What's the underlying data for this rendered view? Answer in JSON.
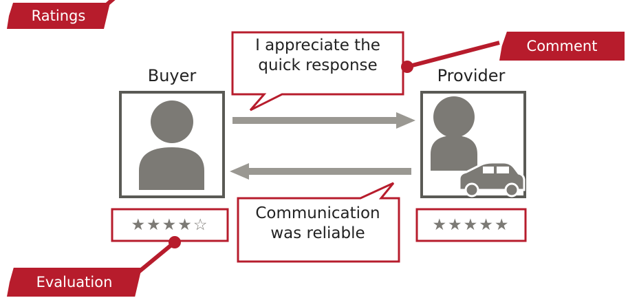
{
  "tags": {
    "ratings": "Ratings",
    "comment": "Comment",
    "evaluation": "Evaluation"
  },
  "buyer": {
    "label": "Buyer",
    "rating": 4,
    "rating_max": 5,
    "stars_display": "★★★★☆"
  },
  "provider": {
    "label": "Provider",
    "rating": 5,
    "rating_max": 5,
    "stars_display": "★★★★★"
  },
  "comment_bubble": {
    "line1": "I appreciate the",
    "line2": "quick response"
  },
  "reply_bubble": {
    "line1": "Communication",
    "line2": "was reliable"
  },
  "colors": {
    "accent_red": "#b71c2c",
    "icon_gray": "#7c7a75",
    "arrow_gray": "#9a9892",
    "frame_gray": "#5a5a55"
  }
}
